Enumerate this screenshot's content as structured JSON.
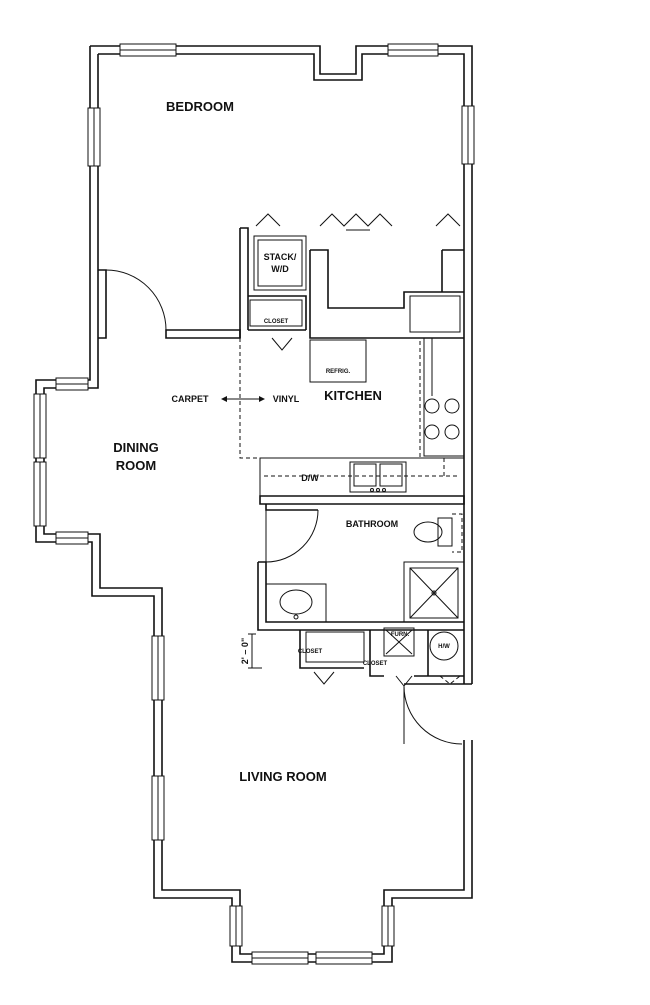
{
  "rooms": {
    "bedroom": "BEDROOM",
    "dining_line1": "DINING",
    "dining_line2": "ROOM",
    "kitchen": "KITCHEN",
    "bathroom": "BATHROOM",
    "living_room": "LIVING ROOM"
  },
  "fixtures": {
    "stack_line1": "STACK/",
    "stack_line2": "W/D",
    "refrigerator": "REFRIG.",
    "dishwasher": "D/W",
    "furnace": "FURN.",
    "water_heater": "H/W"
  },
  "closets": {
    "laundry_closet": "CLOSET",
    "hall_closet": "CLOSET",
    "furnace_closet": "CLOSET"
  },
  "flooring": {
    "carpet": "CARPET",
    "vinyl": "VINYL"
  },
  "dimension": "2' – 0\""
}
